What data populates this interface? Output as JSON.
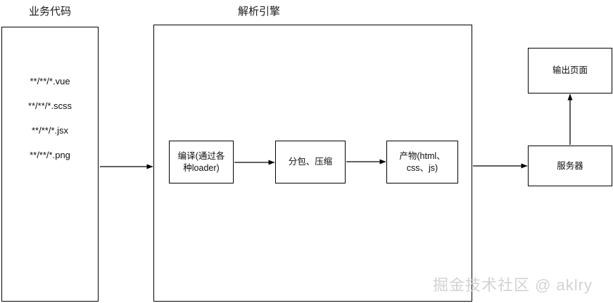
{
  "diagram": {
    "title_labels": {
      "source": "业务代码",
      "engine": "解析引擎"
    },
    "source_files": [
      "**/**/*.vue",
      "**/**/*.scss",
      "**/**/*.jsx",
      "**/**/*.png"
    ],
    "engine_steps": [
      "编译(通过各种loader)",
      "分包、压缩",
      "产物(html、css、js)"
    ],
    "output_nodes": {
      "server": "服务器",
      "page": "输出页面"
    },
    "watermark": "掘金技术社区 @ aklry",
    "colors": {
      "stroke": "#000000",
      "background": "#ffffff",
      "text": "#0d0d0d",
      "watermark": "#d2d2d2"
    }
  }
}
